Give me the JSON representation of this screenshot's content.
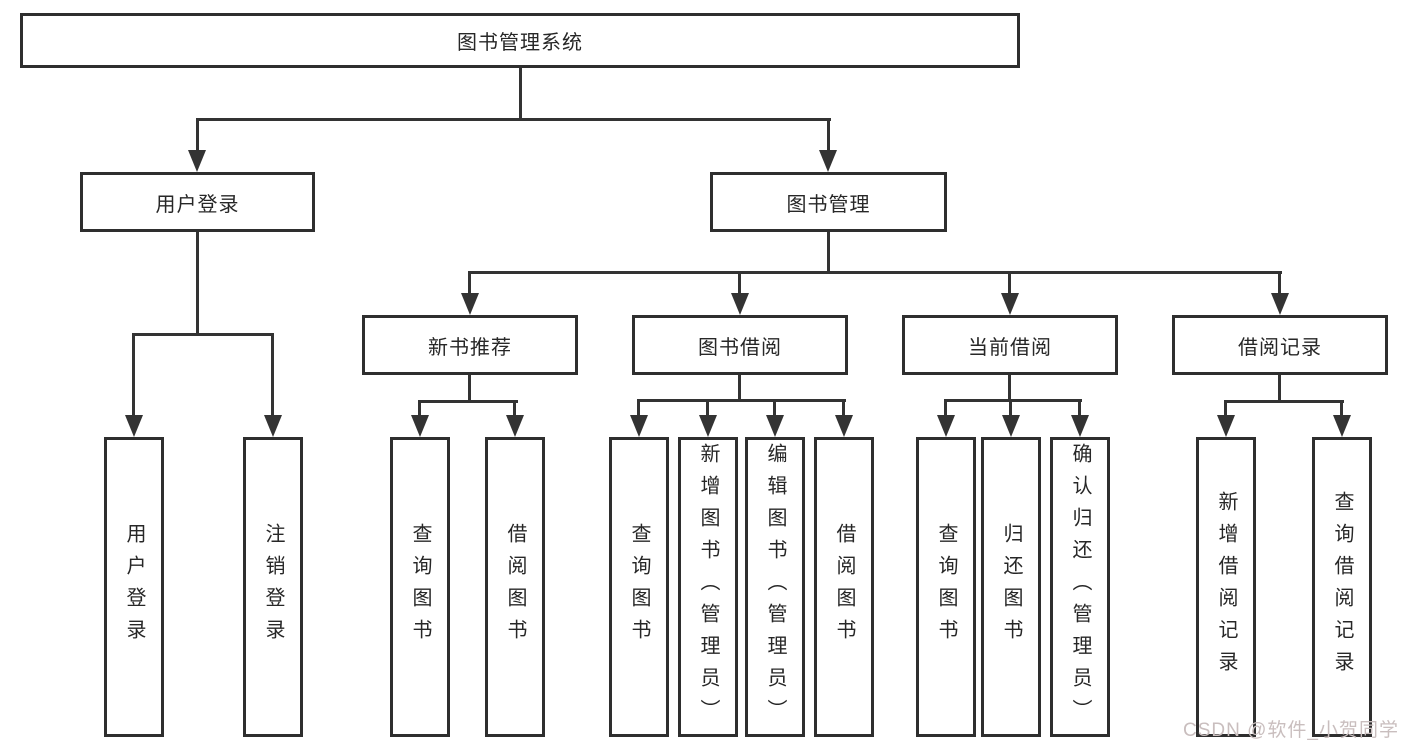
{
  "tree": {
    "root": {
      "label": "图书管理系统"
    },
    "branches": [
      {
        "label": "用户登录",
        "children": [
          "用户登录",
          "注销登录"
        ]
      },
      {
        "label": "图书管理",
        "groups": [
          {
            "label": "新书推荐",
            "children": [
              "查询图书",
              "借阅图书"
            ]
          },
          {
            "label": "图书借阅",
            "children": [
              "查询图书",
              "新增图书（管理员）",
              "编辑图书（管理员）",
              "借阅图书"
            ]
          },
          {
            "label": "当前借阅",
            "children": [
              "查询图书",
              "归还图书",
              "确认归还（管理员）"
            ]
          },
          {
            "label": "借阅记录",
            "children": [
              "新增借阅记录",
              "查询借阅记录"
            ]
          }
        ]
      }
    ],
    "colors": {
      "line": "#333333",
      "border": "#2e2e2e",
      "text": "#272727",
      "watermark": "#c9bebe",
      "background": "#ffffff"
    },
    "watermark": "CSDN @软件_小贺同学"
  }
}
